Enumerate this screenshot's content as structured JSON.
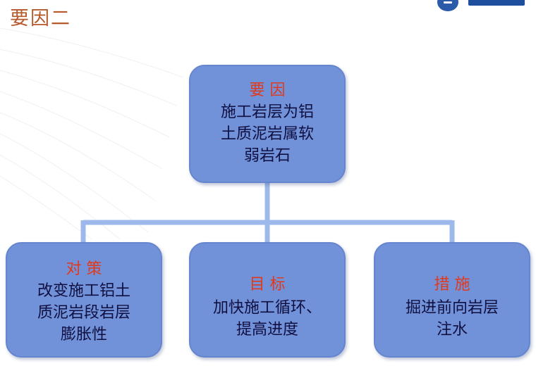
{
  "title": "要因二",
  "colors": {
    "box_fill": "#7191d9",
    "connector": "#9db8ea",
    "heading": "#e03a1c",
    "body_text": "#0f0f40",
    "title": "#b5582a"
  },
  "diagram": {
    "root": {
      "heading": "要 因",
      "text": "施工岩层为铝\n土质泥岩属软\n弱岩石"
    },
    "children": [
      {
        "heading": "对 策",
        "text": "改变施工铝土\n质泥岩段岩层\n膨胀性"
      },
      {
        "heading": "目 标",
        "text": "加快施工循环、\n提高进度"
      },
      {
        "heading": "措 施",
        "text": "掘进前向岩层\n注水"
      }
    ]
  }
}
